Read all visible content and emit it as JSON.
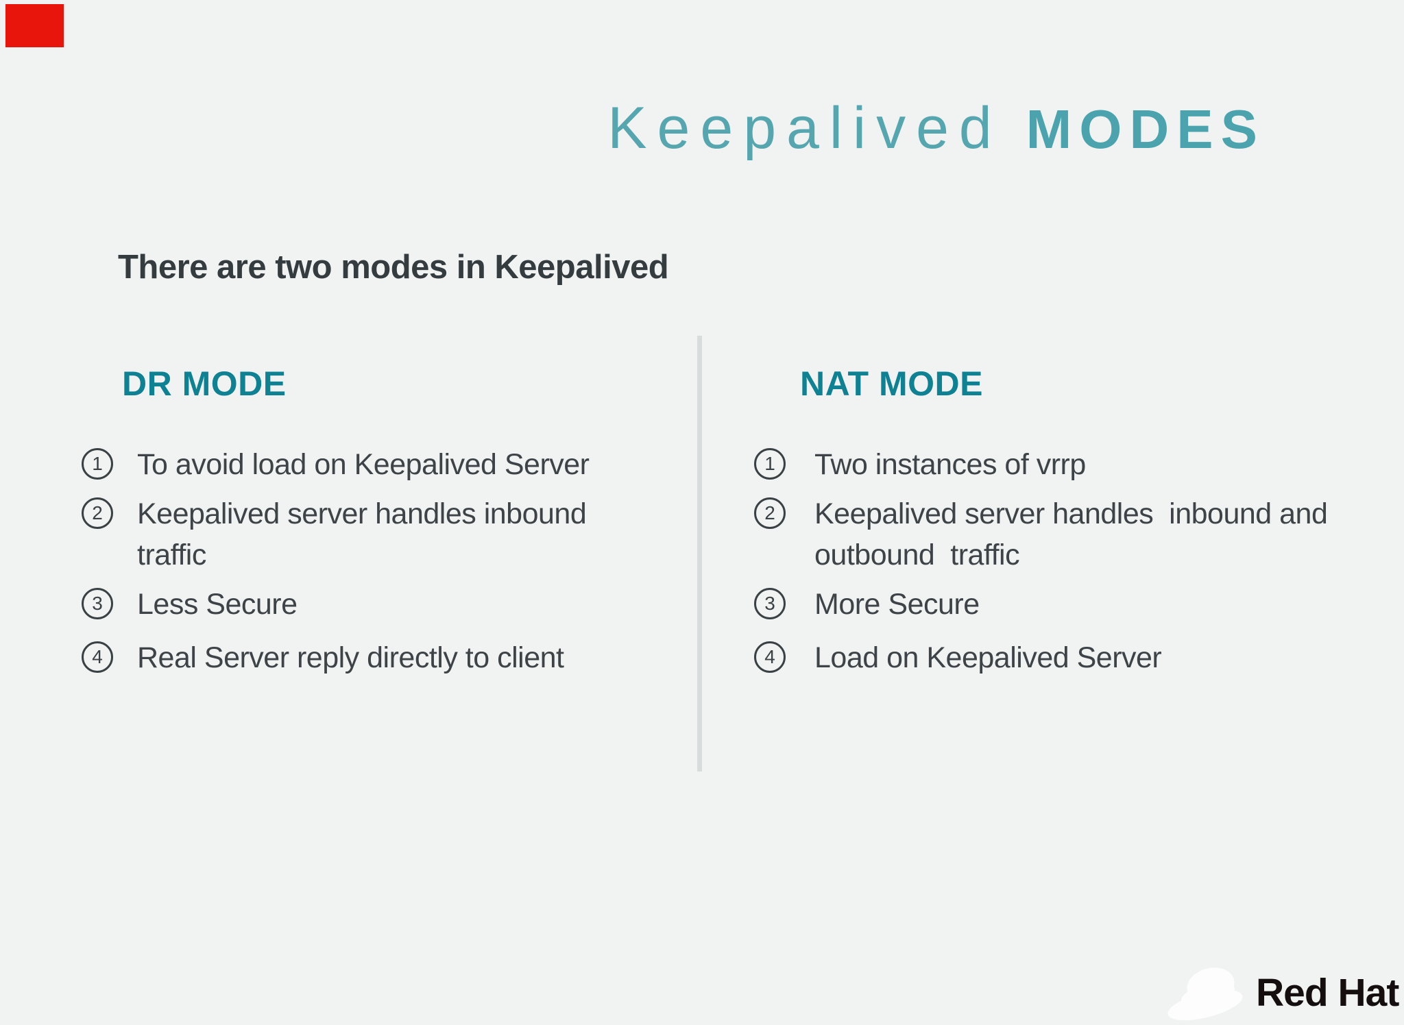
{
  "artifact": {
    "description": "red marker rectangle",
    "color": "#e8150c"
  },
  "title": {
    "part1": "Keepalived",
    "part2": "MODES"
  },
  "subtitle": "There are two modes in Keepalived",
  "columns": [
    {
      "heading": "DR MODE",
      "items": [
        {
          "num": "1",
          "lines": [
            "To avoid load on Keepalived Server"
          ]
        },
        {
          "num": "2",
          "lines": [
            "Keepalived server handles inbound",
            "traffic"
          ]
        },
        {
          "num": "3",
          "lines": [
            "Less Secure"
          ]
        },
        {
          "num": "4",
          "lines": [
            "Real Server reply directly to client"
          ]
        }
      ]
    },
    {
      "heading": "NAT MODE",
      "items": [
        {
          "num": "1",
          "lines": [
            "Two instances of vrrp"
          ]
        },
        {
          "num": "2",
          "lines": [
            "Keepalived server handles  inbound and",
            "outbound  traffic"
          ]
        },
        {
          "num": "3",
          "lines": [
            "More Secure"
          ]
        },
        {
          "num": "4",
          "lines": [
            "Load on Keepalived Server"
          ]
        }
      ]
    }
  ],
  "footer": {
    "brand": "Red Hat"
  },
  "colors": {
    "background": "#f1f2f2",
    "title_teal": "#56a6af",
    "heading_teal": "#0e8293",
    "body_charcoal": "#3d4347",
    "subtitle_dark": "#353c40",
    "divider_gray": "#d9dcdd",
    "artifact_red": "#e8150c",
    "logo_text_black": "#140e0f",
    "hat_white": "#fdfdfd"
  }
}
